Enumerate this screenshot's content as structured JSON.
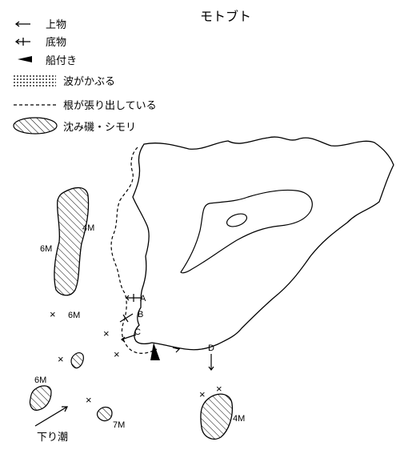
{
  "title": "モトブト",
  "legend": {
    "items": [
      {
        "icon": "arrow-left-icon",
        "label": "上物"
      },
      {
        "icon": "arrow-cross-icon",
        "label": "底物"
      },
      {
        "icon": "wedge-icon",
        "label": "船付き"
      },
      {
        "icon": "dense-hatch-icon",
        "label": "波がかぶる"
      },
      {
        "icon": "dashed-line-icon",
        "label": "根が張り出している"
      },
      {
        "icon": "hatched-ellipse-icon",
        "label": "沈み磯・シモリ"
      }
    ]
  },
  "points": {
    "a": "A",
    "b": "B",
    "c": "C",
    "d": "D"
  },
  "depths": {
    "rock_left_right": "4M",
    "rock_left_left": "6M",
    "cross_6m": "6M",
    "rock_bottom_left": "6M",
    "rock_small": "7M",
    "rock_bottom_right": "4M"
  },
  "current_label": "下り潮",
  "symbols": {
    "cross": "×"
  },
  "colors": {
    "ink": "#000000",
    "paper": "#ffffff"
  }
}
